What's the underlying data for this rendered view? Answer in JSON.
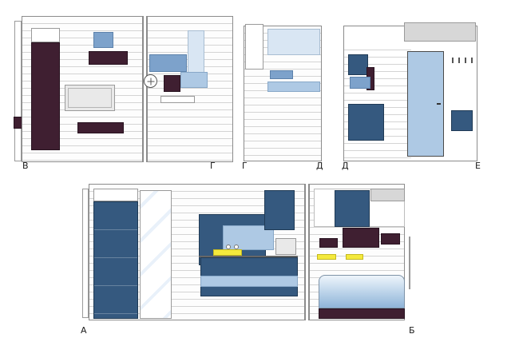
{
  "drawing": {
    "type": "interior-elevations",
    "labels": [
      "В",
      "Г",
      "Г",
      "Д",
      "Д",
      "Е",
      "А",
      "Б"
    ]
  },
  "palette": {
    "dark_blue": "#35597f",
    "mid_blue": "#7da2cb",
    "light_blue": "#aec9e4",
    "pale_blue": "#d9e6f3",
    "maroon": "#3f1f31",
    "yellow": "#f4e93d",
    "gray_fill": "#d7d7d7",
    "light_gray": "#e9e9e9",
    "wall_line": "#d4d4d4",
    "border": "#8c8c8c"
  }
}
